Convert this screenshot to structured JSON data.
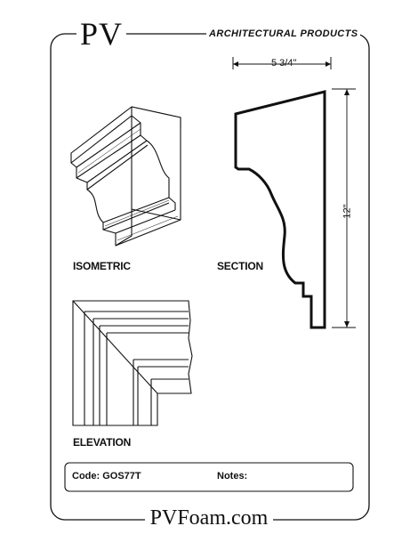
{
  "header": {
    "brand": "PV",
    "subtitle": "ARCHITECTURAL PRODUCTS"
  },
  "views": {
    "isometric_label": "ISOMETRIC",
    "section_label": "SECTION",
    "elevation_label": "ELEVATION"
  },
  "dimensions": {
    "width": "5 3/4\"",
    "height": "12\""
  },
  "footer": {
    "code": "Code: GOS77T",
    "notes": "Notes:",
    "website": "PVFoam.com"
  },
  "colors": {
    "ink": "#111111",
    "paper": "#ffffff"
  }
}
